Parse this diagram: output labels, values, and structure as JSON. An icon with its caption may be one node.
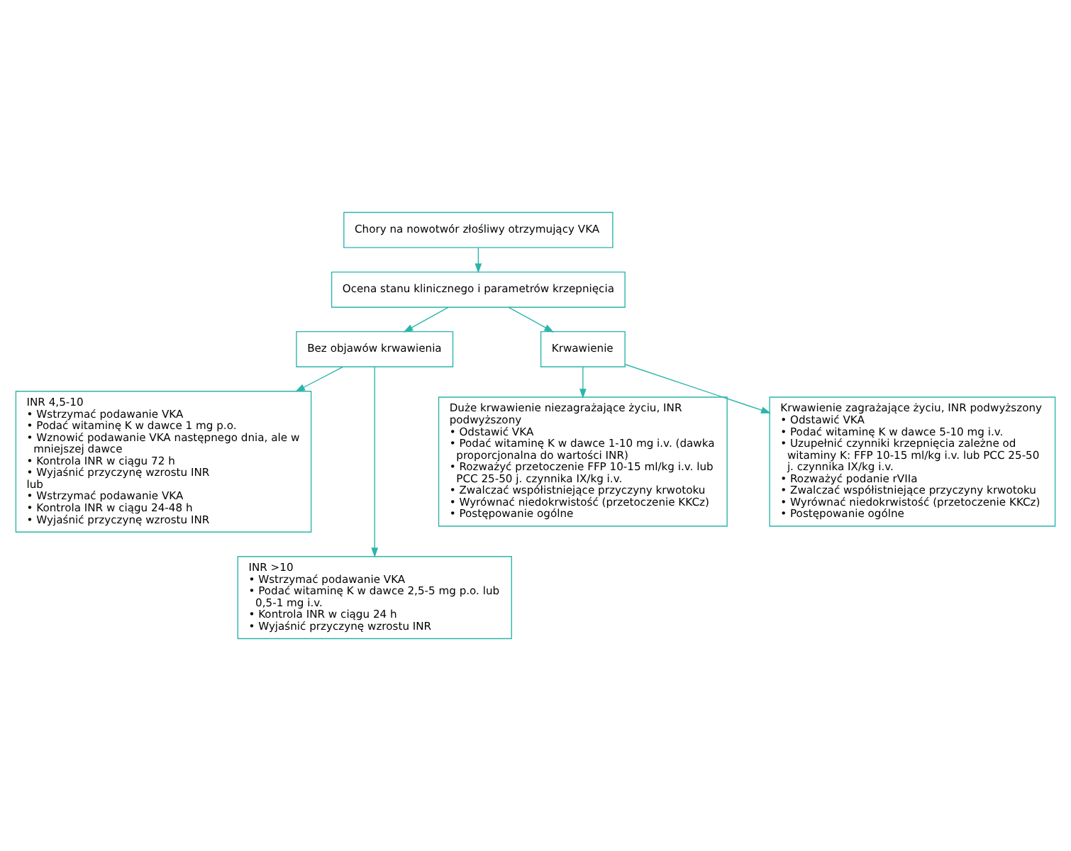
{
  "diagram": {
    "nodes": [
      {
        "text": [
          "Chory na nowotwór złośliwy otrzymujący VKA"
        ]
      },
      {
        "text": [
          "Ocena stanu klinicznego i parametrów krzepnięcia"
        ]
      },
      {
        "text": [
          "Bez objawów krwawienia"
        ]
      },
      {
        "text": [
          "Krwawienie"
        ]
      },
      {
        "text": [
          "INR 4,5-10",
          "• Wstrzymać podawanie VKA",
          "• Podać witaminę K w dawce 1 mg p.o.",
          "• Wznowić podawanie VKA następnego dnia, ale w mniejszej dawce",
          "• Kontrola INR w ciągu 72 h",
          "• Wyjaśnić przyczynę wzrostu INR",
          "lub",
          "• Wstrzymać podawanie VKA",
          "• Kontrola INR w ciągu 24-48 h",
          "• Wyjaśnić przyczynę wzrostu INR"
        ]
      },
      {
        "text": [
          "Duże krwawienie niezagrażające życiu, INR podwyższony",
          "• Odstawić VKA",
          "• Podać witaminę K w dawce 1-10 mg i.v. (dawka proporcjonalna do wartości INR)",
          "• Rozważyć przetoczenie FFP 10-15 ml/kg i.v. lub PCC 25-50 j. czynnika IX/kg i.v.",
          "• Zwalczać współistniejące przyczyny krwotoku",
          "• Wyrównać niedokrwistość (przetoczenie KKCz)",
          "• Postępowanie ogólne"
        ]
      },
      {
        "text": [
          "INR >10",
          "• Wstrzymać podawanie VKA",
          "• Podać witaminę K w dawce 2,5-5 mg p.o. lub 0,5-1 mg i.v.",
          "• Kontrola INR w ciągu 24 h",
          "• Wyjaśnić przyczynę wzrostu INR"
        ]
      },
      {
        "text": [
          "Krwawienie zagrażające życiu, INR podwyższony",
          "• Odstawić VKA",
          "• Podać witaminę K w dawce 5-10 mg i.v.",
          "• Uzupełnić czynniki krzepnięcia zależne od witaminy K: FFP 10-15 ml/kg i.v. lub PCC 25-50 j. czynnika IX/kg i.v.",
          "• Rozważyć podanie rVIIa",
          "• Zwalczać współistniejące przyczyny krwotoku",
          "• Wyrównać niedokrwistość (przetoczenie KKCz)",
          "• Postępowanie ogólne"
        ]
      }
    ],
    "edges": [
      {
        "from": 0,
        "to": 1,
        "arrow": "to"
      },
      {
        "from": 1,
        "to": 2,
        "arrow": "to"
      },
      {
        "from": 1,
        "to": 3,
        "arrow": "to"
      },
      {
        "from": 2,
        "to": 4,
        "arrow": "to"
      },
      {
        "from": 2,
        "to": 6,
        "arrow": "to"
      },
      {
        "from": 3,
        "to": 5,
        "arrow": "to"
      },
      {
        "from": 3,
        "to": 7,
        "arrow": "to"
      }
    ]
  }
}
